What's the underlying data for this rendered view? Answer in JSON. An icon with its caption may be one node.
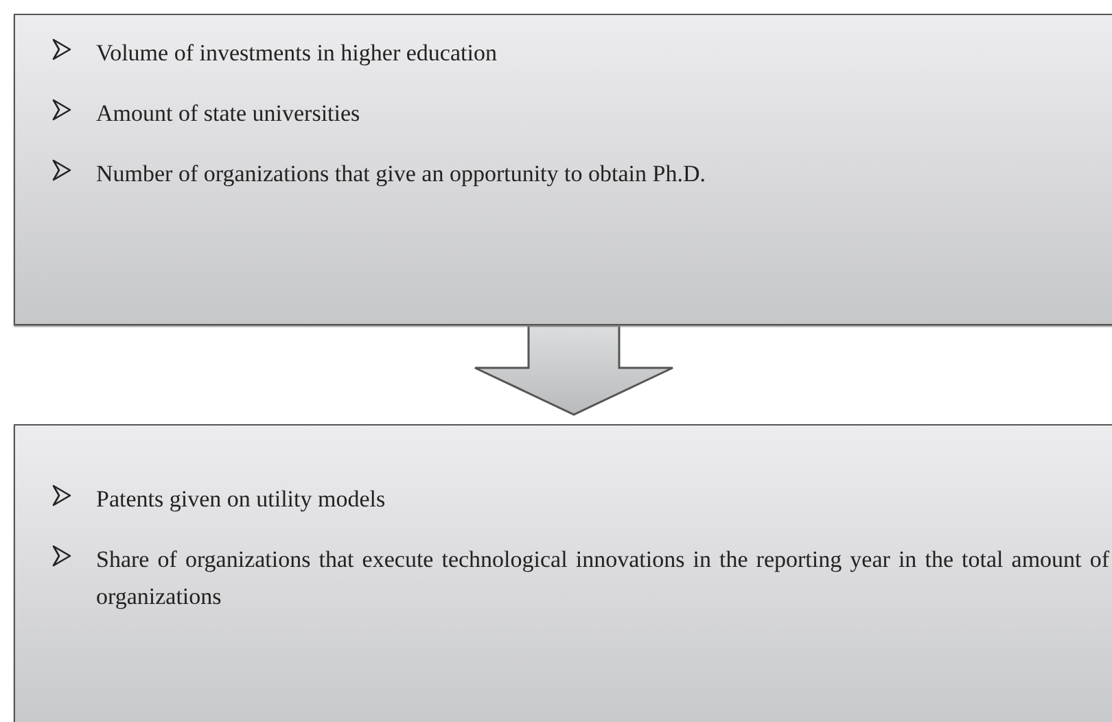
{
  "diagram": {
    "nodes": [
      {
        "text": [
          "Volume of investments in higher education",
          "Amount of state universities",
          "Number of organizations that give an opportunity to obtain Ph.D."
        ]
      },
      {
        "text": [
          "Patents given on utility models",
          "Share of organizations that execute technological innovations in the reporting year in the total amount of organizations"
        ]
      }
    ],
    "edges": [
      {
        "from": 0,
        "to": 1,
        "arrow": "to"
      }
    ]
  }
}
